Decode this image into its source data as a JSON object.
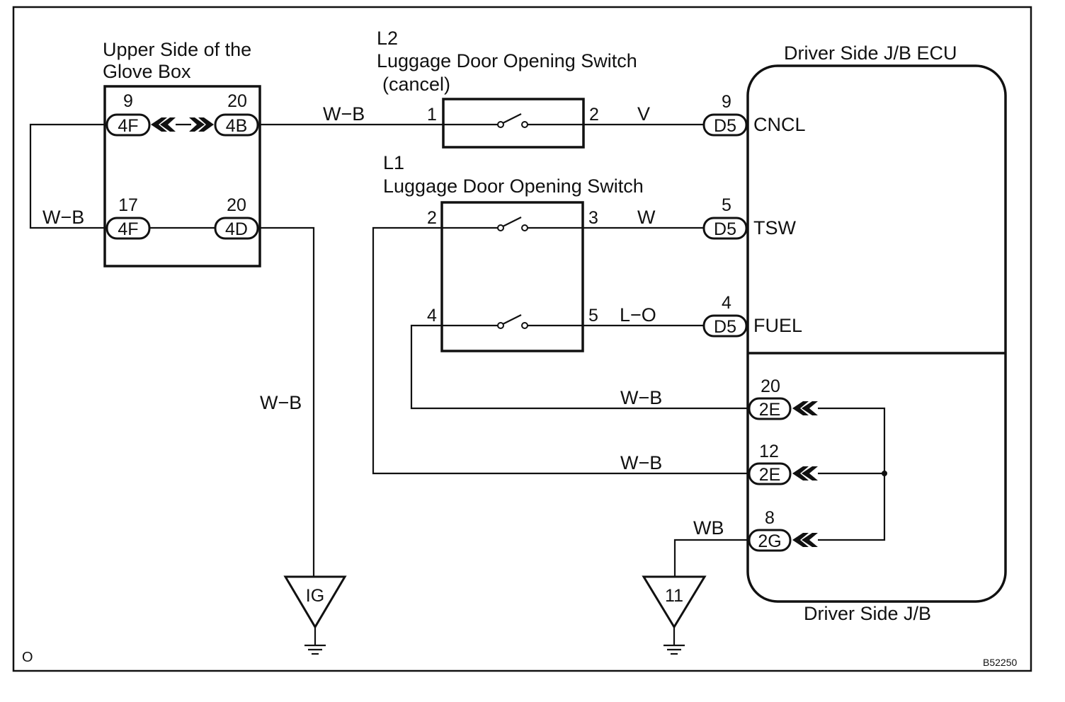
{
  "components": {
    "glove_box": {
      "label_line1": "Upper Side of the",
      "label_line2": "Glove Box"
    },
    "l2": {
      "ref": "L2",
      "label_line1": "Luggage Door Opening Switch",
      "label_line2": "(cancel)",
      "pin_left": "1",
      "pin_right": "2"
    },
    "l1": {
      "ref": "L1",
      "label": "Luggage Door Opening Switch",
      "pin_top_left": "2",
      "pin_top_right": "3",
      "pin_bottom_left": "4",
      "pin_bottom_right": "5"
    },
    "ecu": {
      "label_top": "Driver Side J/B ECU",
      "label_bottom": "Driver Side J/B",
      "pins": {
        "cncl": "CNCL",
        "tsw": "TSW",
        "fuel": "FUEL"
      }
    }
  },
  "connectors": {
    "c_4f_top": {
      "pin": "9",
      "code": "4F"
    },
    "c_4b": {
      "pin": "20",
      "code": "4B"
    },
    "c_4f_bottom": {
      "pin": "17",
      "code": "4F"
    },
    "c_4d": {
      "pin": "20",
      "code": "4D"
    },
    "c_d5_cncl": {
      "pin": "9",
      "code": "D5"
    },
    "c_d5_tsw": {
      "pin": "5",
      "code": "D5"
    },
    "c_d5_fuel": {
      "pin": "4",
      "code": "D5"
    },
    "c_2e_20": {
      "pin": "20",
      "code": "2E"
    },
    "c_2e_12": {
      "pin": "12",
      "code": "2E"
    },
    "c_2g_8": {
      "pin": "8",
      "code": "2G"
    }
  },
  "wires": {
    "wb_left": "W−B",
    "wb_top": "W−B",
    "v": "V",
    "w": "W",
    "lo": "L−O",
    "wb_vertical": "W−B",
    "wb_2e_20": "W−B",
    "wb_2e_12": "W−B",
    "wb_ground": "WB"
  },
  "grounds": {
    "ig": "IG",
    "g11": "11"
  },
  "footer": {
    "corner_left": "O",
    "figure_id": "B52250"
  }
}
